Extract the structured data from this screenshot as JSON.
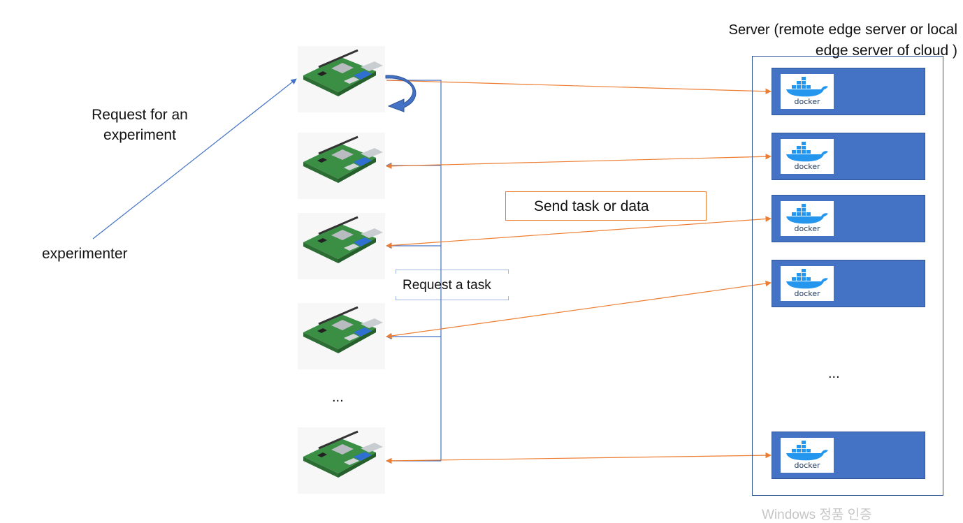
{
  "labels": {
    "request_experiment": "Request for an experiment",
    "experimenter": "experimenter",
    "server_title_word": "Server",
    "server_title_rest": "(remote edge server or local edge server of cloud )",
    "send_task_or_data": "Send task or data",
    "request_a_task": "Request a task",
    "pi_ellipsis": "...",
    "server_ellipsis": "...",
    "docker_word": "docker",
    "watermark": "Windows 정품 인증"
  },
  "icons": {
    "device": "raspberry-pi-board-icon",
    "container": "docker-whale-icon",
    "loop": "curved-loop-arrow-icon"
  },
  "colors": {
    "blue_line": "#4472C4",
    "orange_line": "#ED7D31",
    "container_fill": "#4472C4",
    "docker_blue": "#2496ED"
  }
}
